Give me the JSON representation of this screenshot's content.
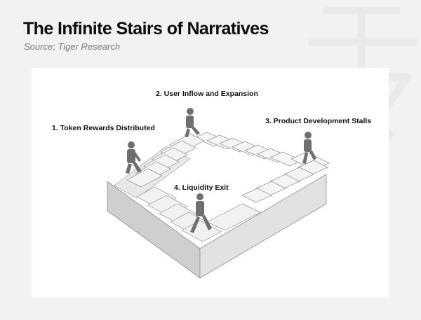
{
  "header": {
    "title": "The Infinite Stairs of Narratives",
    "source": "Source: Tiger Research"
  },
  "diagram": {
    "labels": [
      "1. Token Rewards Distributed",
      "2. User Inflow and Expansion",
      "3. Product Development Stalls",
      "4. Liquidity Exit"
    ]
  }
}
